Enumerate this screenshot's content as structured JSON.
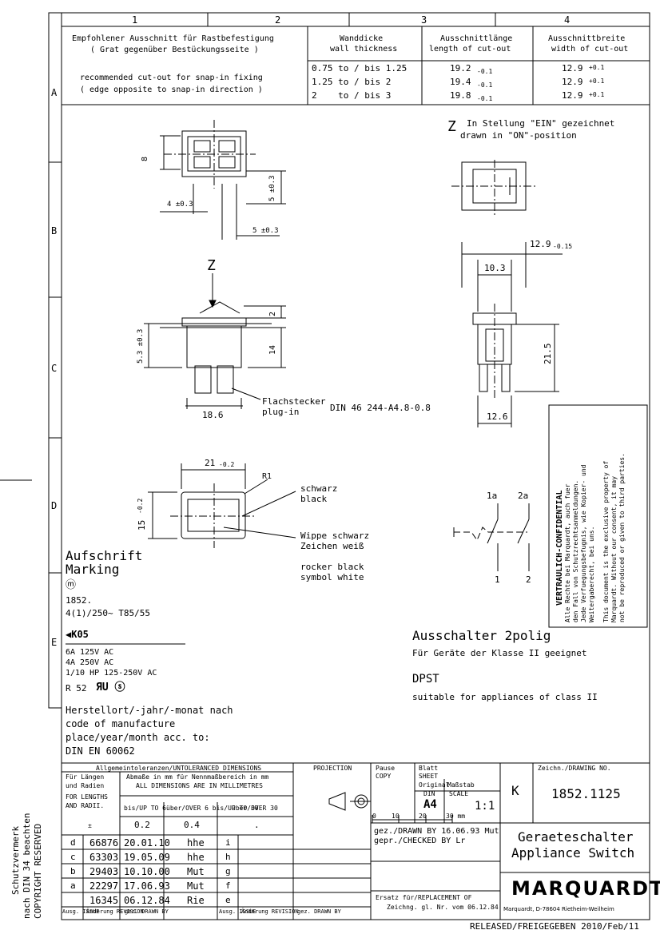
{
  "columns": [
    "1",
    "2",
    "3",
    "4"
  ],
  "rows": [
    "A",
    "B",
    "C",
    "D",
    "E"
  ],
  "cutout": {
    "title_de_1": "Empfohlener Ausschnitt für Rastbefestigung",
    "title_de_2": "( Grat gegenüber Bestückungsseite )",
    "title_en_1": "recommended cut-out for snap-in fixing",
    "title_en_2": "( edge opposite to snap-in direction )",
    "head_wall_1": "Wanddicke",
    "head_wall_2": "wall thickness",
    "head_len_1": "Ausschnittlänge",
    "head_len_2": "length of cut-out",
    "head_wid_1": "Ausschnittbreite",
    "head_wid_2": "width of cut-out",
    "rows": [
      {
        "wall": "0.75 to / bis 1.25",
        "length": "19.2",
        "len_tol": "-0.1",
        "width": "12.9",
        "wid_tol": "+0.1"
      },
      {
        "wall": "1.25 to / bis 2",
        "length": "19.4",
        "len_tol": "-0.1",
        "width": "12.9",
        "wid_tol": "+0.1"
      },
      {
        "wall": "2    to / bis 3",
        "length": "19.8",
        "len_tol": "-0.1",
        "width": "12.9",
        "wid_tol": "+0.1"
      }
    ]
  },
  "views": {
    "z_note_de": "In Stellung \"EIN\" gezeichnet",
    "z_note_en": "drawn in \"ON\"-position",
    "z_letter": "Z",
    "dims": {
      "d8": "8",
      "d4": "4 ±0.3",
      "d5v": "5 ±0.3",
      "d5h": "5 ±0.3",
      "d2": "2",
      "d14": "14",
      "d53": "5.3 ±0.3",
      "d186": "18.6",
      "d129": "12.9",
      "d129_tol": "-0.15",
      "d103": "10.3",
      "d215": "21.5",
      "d126": "12.6",
      "d21": "21",
      "d21_tol": "-0.2",
      "d15": "15",
      "d15_tol": "-0.2",
      "r1": "R1"
    },
    "flachstecker": "Flachstecker",
    "plugin": "plug-in",
    "din_plug": "DIN 46 244-A4.8-0.8",
    "schwarz": "schwarz",
    "black": "black",
    "wippe_1": "Wippe schwarz",
    "wippe_2": "Zeichen weiß",
    "rocker_1": "rocker black",
    "rocker_2": "symbol white"
  },
  "confidential": {
    "title": "VERTRAULICH-CONFIDENTIAL",
    "lines": [
      "Alle Rechte bei Marquardt, auch fuer",
      "den Fall von Schutzrechtsanmeldungen.",
      "Jede Verfuegungsbefugnis, wie Kopier- und",
      "Weitergaberecht, bei uns.",
      "This document is the exclusive property of",
      "Marquardt. Without our consent, it may",
      "not be reproduced or given to third parties."
    ]
  },
  "marking": {
    "title_1": "Aufschrift",
    "title_2": "Marking",
    "m_symbol": "ⓜ",
    "lines": [
      "1852.",
      "4(1)/250~ T85/55"
    ],
    "ce_mark": "◀K05",
    "ratings": [
      "6A 125V AC",
      "4A 250V AC",
      "1/10 HP 125-250V AC"
    ],
    "r52": "R 52",
    "ul_mark": "ЯU ⓢ",
    "origin": [
      "Herstellort/-jahr/-monat nach",
      "code of manufacture",
      "place/year/month acc. to:",
      "DIN EN 60062"
    ]
  },
  "schematic": {
    "label_1a": "1a",
    "label_2a": "2a",
    "label_1": "1",
    "label_2": "2",
    "title_de": "Ausschalter 2polig",
    "sub_de": "Für Geräte der Klasse II geeignet",
    "title_en": "DPST",
    "sub_en": "suitable for appliances of class II"
  },
  "title_block": {
    "tol_title": "Allgemeintoleranzen/UNTOLERANCED DIMENSIONS",
    "tol_left": [
      "Für Längen",
      "und Radien",
      "FOR LENGTHS",
      "AND RADII.",
      "±"
    ],
    "tol_head": "Abmaße in mm für Nennmaßbereich in mm",
    "tol_head_en": "ALL DIMENSIONS ARE IN MILLIMETRES",
    "tol_cols": [
      "bis/UP TO 6",
      "über/OVER 6 bis/UP TO 30",
      "über/OVER 30"
    ],
    "tol_vals": [
      "0.2",
      "0.4",
      "."
    ],
    "projection": "PROJECTION",
    "pause": "Pause",
    "copy": "COPY",
    "blatt": "Blatt",
    "sheet": "SHEET",
    "original": "Original",
    "din": "DIN",
    "size": "A4",
    "massstab": "Maßstab",
    "scale": "SCALE",
    "scale_val": "1:1",
    "scale_ticks": [
      "0",
      "10",
      "20",
      "30 mm"
    ],
    "k": "K",
    "drawing_no_label": "Zeichn./DRAWING NO.",
    "drawing_no": "1852.1125",
    "drawn_by": "gez./DRAWN BY 16.06.93 Mut",
    "checked_by": "gepr./CHECKED BY Lr",
    "title_de": "Geraeteschalter",
    "title_en": "Appliance Switch",
    "replacement_1": "Ersatz für/REPLACEMENT OF",
    "replacement_2": "Zeichng. gl. Nr. vom 06.12.84",
    "company": "MARQUARDT",
    "company_addr": "Marquardt, D-78604 Rietheim-Weilheim",
    "revisions": [
      {
        "issue": "d",
        "rev": "66876",
        "date": "20.01.10",
        "by": "hhe",
        "issue2": "i"
      },
      {
        "issue": "c",
        "rev": "63303",
        "date": "19.05.09",
        "by": "hhe",
        "issue2": "h"
      },
      {
        "issue": "b",
        "rev": "29403",
        "date": "10.10.00",
        "by": "Mut",
        "issue2": "g"
      },
      {
        "issue": "a",
        "rev": "22297",
        "date": "17.06.93",
        "by": "Mut",
        "issue2": "f"
      },
      {
        "issue": "",
        "rev": "16345",
        "date": "06.12.84",
        "by": "Rie",
        "issue2": "e"
      }
    ],
    "rev_head": [
      "Ausg. ISSUE",
      "Änderung REVISION",
      "gez. DRAWN BY",
      "Ausg. ISSUE",
      "Änderung REVISION",
      "gez. DRAWN BY"
    ]
  },
  "side_note": [
    "Schutzvermerk",
    "nach DIN 34 beachten",
    "COPYRIGHT RESERVED"
  ],
  "released": "RELEASED/FREIGEGEBEN 2010/Feb/11"
}
